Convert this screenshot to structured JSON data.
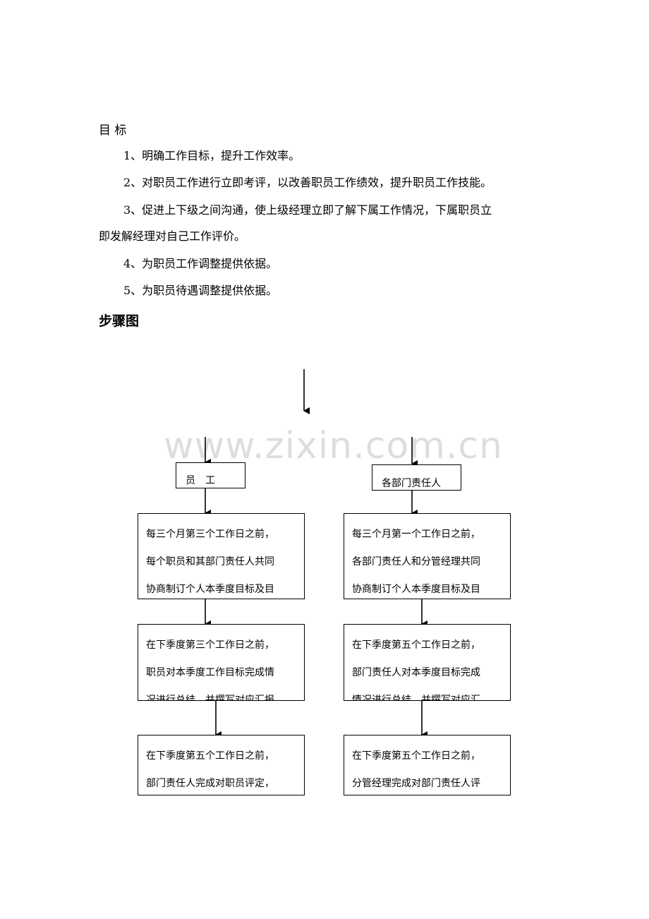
{
  "heading_goals": "目 标",
  "goals": [
    "1、明确工作目标，提升工作效率。",
    "2、对职员工作进行立即考评，以改善职员工作绩效，提升职员工作技能。",
    "3、促进上下级之间沟通，使上级经理立即了解下属工作情况，下属职员立",
    "即发解经理对自己工作评价。",
    "4、为职员工作调整提供依据。",
    "5、为职员待遇调整提供依据。"
  ],
  "heading_flow": "步骤图",
  "watermark": "www.zixin.com.cn",
  "flow": {
    "left_label": "员　工",
    "right_label": "各部门责任人",
    "left_steps": [
      [
        "每三个月第三个工作日之前，",
        "每个职员和其部门责任人共同",
        "协商制订个人本季度目标及目"
      ],
      [
        "在下季度第三个工作日之前，",
        "职员对本季度工作目标完成情",
        "况进行总结，并撰写对应汇报"
      ],
      [
        "在下季度第五个工作日之前，",
        "部门责任人完成对职员评定，"
      ]
    ],
    "right_steps": [
      [
        "每三个月第一个工作日之前，",
        "各部门责任人和分管经理共同",
        "协商制订个人本季度目标及目"
      ],
      [
        "在下季度第五个工作日之前，",
        "部门责任人对本季度目标完成",
        "情况进行总结，并撰写对应汇"
      ],
      [
        "在下季度第五个工作日之前，",
        "分管经理完成对部门责任人评"
      ]
    ]
  }
}
